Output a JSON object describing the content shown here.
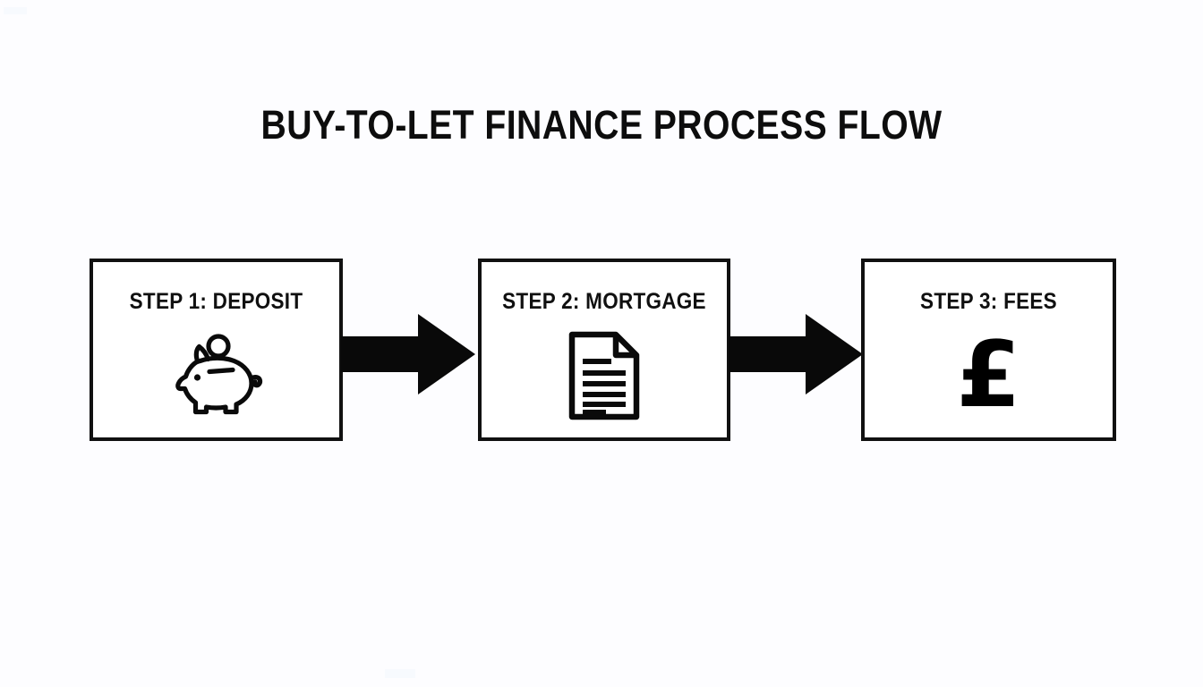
{
  "page": {
    "title": "BUY-TO-LET FINANCE PROCESS FLOW",
    "background_color": "#fdfdff",
    "ink_color": "#111111",
    "type": "process-flow-diagram",
    "orientation": "horizontal",
    "step_count": 3
  },
  "steps": [
    {
      "label": "STEP 1: DEPOSIT",
      "icon": "piggy-bank-icon",
      "icon_description": "outline piggy bank with coin above the slot"
    },
    {
      "label": "STEP 2: MORTGAGE",
      "icon": "document-icon",
      "icon_description": "page with folded top-right corner and six text lines"
    },
    {
      "label": "STEP 3: FEES",
      "icon": "pound-sterling-icon",
      "icon_description": "bold pound sterling currency symbol",
      "icon_glyph": "£"
    }
  ],
  "connectors": [
    {
      "name": "arrow-step1-to-step2",
      "direction": "right",
      "style": "solid-block-arrow"
    },
    {
      "name": "arrow-step2-to-step3",
      "direction": "right",
      "style": "solid-block-arrow"
    }
  ]
}
